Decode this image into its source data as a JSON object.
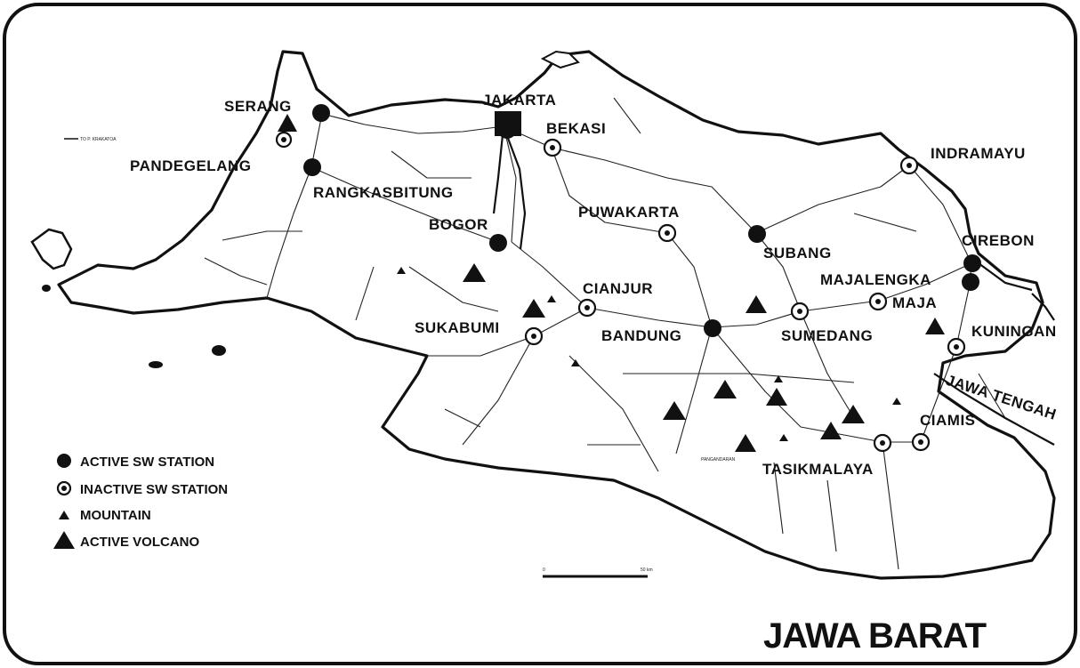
{
  "map": {
    "title": "JAWA BARAT",
    "neighbor_label": "JAWA TENGAH",
    "scale_label": "50 km",
    "scale_zero": "0",
    "small_labels": {
      "krakatoa": "TO P. KRAKATOA",
      "pangandaran": "PANGANDARAN"
    }
  },
  "legend": {
    "active": "ACTIVE SW STATION",
    "inactive": "INACTIVE SW STATION",
    "mountain": "MOUNTAIN",
    "volcano": "ACTIVE VOLCANO"
  },
  "cities": {
    "serang": "SERANG",
    "pandegelang": "PANDEGELANG",
    "rangkasbitung": "RANGKASBITUNG",
    "jakarta": "JAKARTA",
    "bekasi": "BEKASI",
    "bogor": "BOGOR",
    "puwakarta": "PUWAKARTA",
    "subang": "SUBANG",
    "indramayu": "INDRAMAYU",
    "cirebon": "CIREBON",
    "majalengka": "MAJALENGKA",
    "maja": "MAJA",
    "kuningan": "KUNINGAN",
    "cianjur": "CIANJUR",
    "sukabumi": "SUKABUMI",
    "bandung": "BANDUNG",
    "sumedang": "SUMEDANG",
    "ciamis": "CIAMIS",
    "tasikmalaya": "TASIKMALAYA"
  }
}
